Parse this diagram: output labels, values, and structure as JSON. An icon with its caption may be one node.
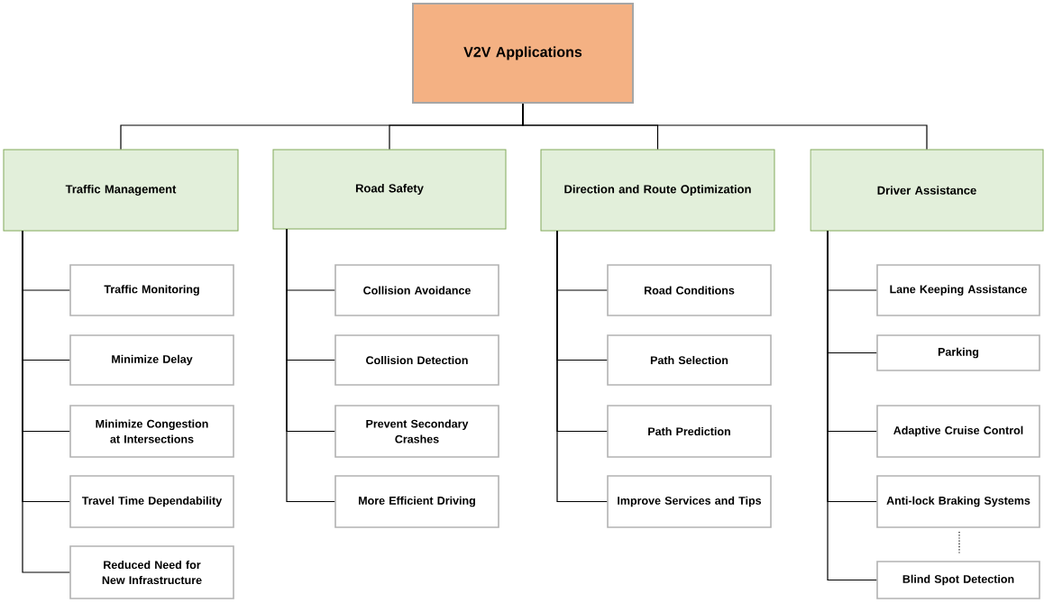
{
  "diagram": {
    "nodes": [
      {
        "text": [
          "V2V Applications"
        ]
      },
      {
        "text": [
          "Traffic Management"
        ]
      },
      {
        "text": [
          "Road Safety"
        ]
      },
      {
        "text": [
          "Direction and Route Optimization"
        ]
      },
      {
        "text": [
          "Driver Assistance"
        ]
      },
      {
        "text": [
          "Traffic Monitoring"
        ]
      },
      {
        "text": [
          "Minimize Delay"
        ]
      },
      {
        "text": [
          "Minimize Congestion at Intersections"
        ]
      },
      {
        "text": [
          "Travel Time Dependability"
        ]
      },
      {
        "text": [
          "Reduced Need for New Infrastructure"
        ]
      },
      {
        "text": [
          "Collision Avoidance"
        ]
      },
      {
        "text": [
          "Collision Detection"
        ]
      },
      {
        "text": [
          "Prevent Secondary Crashes"
        ]
      },
      {
        "text": [
          "More Efficient Driving"
        ]
      },
      {
        "text": [
          "Road Conditions"
        ]
      },
      {
        "text": [
          "Path Selection"
        ]
      },
      {
        "text": [
          "Path Prediction"
        ]
      },
      {
        "text": [
          "Improve Services and Tips"
        ]
      },
      {
        "text": [
          "Lane Keeping Assistance"
        ]
      },
      {
        "text": [
          "Parking"
        ]
      },
      {
        "text": [
          "Adaptive Cruise Control"
        ]
      },
      {
        "text": [
          "Anti-lock Braking Systems"
        ]
      },
      {
        "text": [
          "Blind Spot Detection"
        ]
      }
    ],
    "edges": [
      {
        "from": 0,
        "to": 1,
        "arrow": "none"
      },
      {
        "from": 0,
        "to": 2,
        "arrow": "none"
      },
      {
        "from": 0,
        "to": 3,
        "arrow": "none"
      },
      {
        "from": 0,
        "to": 4,
        "arrow": "none"
      },
      {
        "from": 1,
        "to": 5,
        "arrow": "none"
      },
      {
        "from": 1,
        "to": 6,
        "arrow": "none"
      },
      {
        "from": 1,
        "to": 7,
        "arrow": "none"
      },
      {
        "from": 1,
        "to": 8,
        "arrow": "none"
      },
      {
        "from": 1,
        "to": 9,
        "arrow": "none"
      },
      {
        "from": 2,
        "to": 10,
        "arrow": "none"
      },
      {
        "from": 2,
        "to": 11,
        "arrow": "none"
      },
      {
        "from": 2,
        "to": 12,
        "arrow": "none"
      },
      {
        "from": 2,
        "to": 13,
        "arrow": "none"
      },
      {
        "from": 3,
        "to": 14,
        "arrow": "none"
      },
      {
        "from": 3,
        "to": 15,
        "arrow": "none"
      },
      {
        "from": 3,
        "to": 16,
        "arrow": "none"
      },
      {
        "from": 3,
        "to": 17,
        "arrow": "none"
      },
      {
        "from": 4,
        "to": 18,
        "arrow": "none"
      },
      {
        "from": 4,
        "to": 19,
        "arrow": "none"
      },
      {
        "from": 4,
        "to": 20,
        "arrow": "none"
      },
      {
        "from": 4,
        "to": 21,
        "arrow": "none"
      },
      {
        "from": 4,
        "to": 22,
        "arrow": "none"
      }
    ]
  }
}
